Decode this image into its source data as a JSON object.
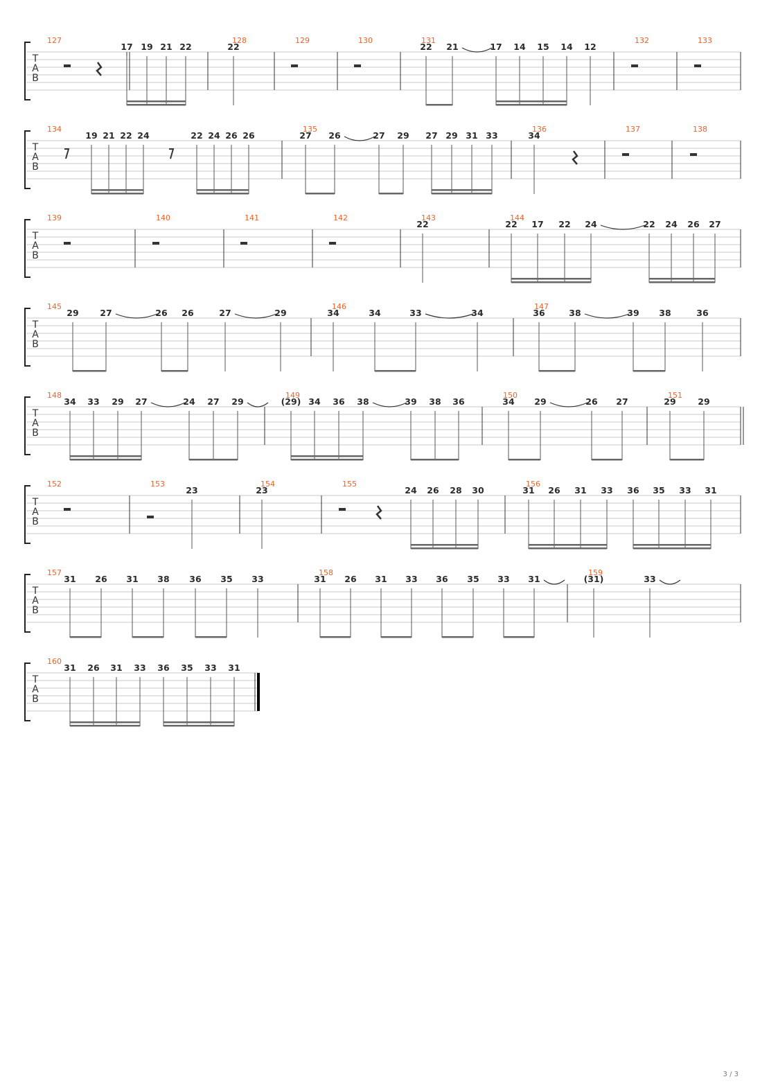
{
  "page_number": "3 / 3",
  "tab_clef": [
    "T",
    "A",
    "B"
  ],
  "colors": {
    "measure_number": "#e8622a",
    "fret": "#2b2b2b",
    "staff_line": "#c8c8c8",
    "stem": "#555555"
  },
  "systems": [
    {
      "measures": [
        {
          "n": "127",
          "rest": "half-quarter",
          "notes": [
            [
              "17",
              ""
            ],
            [
              "19",
              ""
            ],
            [
              "21",
              ""
            ],
            [
              "22",
              ""
            ]
          ]
        },
        {
          "n": "128",
          "notes": [
            [
              "22",
              ""
            ]
          ]
        },
        {
          "n": "129",
          "rest": "whole",
          "notes": []
        },
        {
          "n": "130",
          "rest": "whole",
          "notes": []
        },
        {
          "n": "131",
          "notes": [
            [
              "22",
              ""
            ],
            [
              "21",
              "tie"
            ],
            [
              "17",
              ""
            ],
            [
              "14",
              ""
            ],
            [
              "15",
              ""
            ],
            [
              "14",
              ""
            ],
            [
              "12",
              ""
            ]
          ]
        },
        {
          "n": "132",
          "rest": "whole",
          "notes": []
        },
        {
          "n": "133",
          "rest": "whole",
          "notes": []
        }
      ]
    },
    {
      "measures": [
        {
          "n": "134",
          "notes": [
            [
              "19",
              ""
            ],
            [
              "21",
              ""
            ],
            [
              "22",
              ""
            ],
            [
              "24",
              ""
            ],
            [
              "22",
              ""
            ],
            [
              "24",
              ""
            ],
            [
              "26",
              ""
            ],
            [
              "26",
              ""
            ]
          ]
        },
        {
          "n": "135",
          "notes": [
            [
              "27",
              ""
            ],
            [
              "26",
              "tie"
            ],
            [
              "27",
              ""
            ],
            [
              "29",
              ""
            ],
            [
              "27",
              ""
            ],
            [
              "29",
              ""
            ],
            [
              "31",
              ""
            ],
            [
              "33",
              ""
            ]
          ]
        },
        {
          "n": "136",
          "notes": [
            [
              "34",
              ""
            ]
          ]
        },
        {
          "n": "137",
          "rest": "whole",
          "notes": []
        },
        {
          "n": "138",
          "rest": "whole",
          "notes": []
        }
      ]
    },
    {
      "measures": [
        {
          "n": "139",
          "rest": "whole",
          "notes": []
        },
        {
          "n": "140",
          "rest": "whole",
          "notes": []
        },
        {
          "n": "141",
          "rest": "whole",
          "notes": []
        },
        {
          "n": "142",
          "rest": "whole",
          "notes": []
        },
        {
          "n": "143",
          "notes": [
            [
              "22",
              ""
            ]
          ]
        },
        {
          "n": "144",
          "notes": [
            [
              "22",
              ""
            ],
            [
              "17",
              ""
            ],
            [
              "22",
              ""
            ],
            [
              "24",
              "tie"
            ],
            [
              "22",
              ""
            ],
            [
              "24",
              ""
            ],
            [
              "26",
              ""
            ],
            [
              "27",
              ""
            ]
          ]
        }
      ]
    },
    {
      "measures": [
        {
          "n": "145",
          "notes": [
            [
              "29",
              ""
            ],
            [
              "27",
              "tie"
            ],
            [
              "26",
              ""
            ],
            [
              "26",
              ""
            ],
            [
              "27",
              "tie"
            ],
            [
              "29",
              ""
            ]
          ]
        },
        {
          "n": "146",
          "notes": [
            [
              "34",
              ""
            ],
            [
              "34",
              ""
            ],
            [
              "33",
              "tie"
            ],
            [
              "34",
              ""
            ]
          ]
        },
        {
          "n": "147",
          "notes": [
            [
              "36",
              ""
            ],
            [
              "38",
              "tie"
            ],
            [
              "39",
              ""
            ],
            [
              "38",
              ""
            ],
            [
              "36",
              ""
            ]
          ]
        }
      ]
    },
    {
      "measures": [
        {
          "n": "148",
          "notes": [
            [
              "34",
              ""
            ],
            [
              "33",
              ""
            ],
            [
              "29",
              ""
            ],
            [
              "27",
              "tie"
            ],
            [
              "24",
              ""
            ],
            [
              "27",
              ""
            ],
            [
              "29",
              "tie"
            ]
          ]
        },
        {
          "n": "149",
          "notes": [
            [
              "(29)",
              ""
            ],
            [
              "34",
              ""
            ],
            [
              "36",
              ""
            ],
            [
              "38",
              "tie"
            ],
            [
              "39",
              ""
            ],
            [
              "38",
              ""
            ],
            [
              "36",
              ""
            ]
          ]
        },
        {
          "n": "150",
          "notes": [
            [
              "34",
              ""
            ],
            [
              "29",
              "tie"
            ],
            [
              "26",
              ""
            ],
            [
              "27",
              ""
            ]
          ]
        },
        {
          "n": "151",
          "notes": [
            [
              "29",
              ""
            ],
            [
              "29",
              ""
            ]
          ]
        }
      ]
    },
    {
      "measures": [
        {
          "n": "152",
          "rest": "whole",
          "notes": []
        },
        {
          "n": "153",
          "rest": "half",
          "notes": [
            [
              "23",
              ""
            ]
          ]
        },
        {
          "n": "154",
          "notes": [
            [
              "23",
              ""
            ]
          ]
        },
        {
          "n": "155",
          "rest": "half-quarter",
          "notes": [
            [
              "24",
              ""
            ],
            [
              "26",
              ""
            ],
            [
              "28",
              ""
            ],
            [
              "30",
              ""
            ]
          ]
        },
        {
          "n": "156",
          "notes": [
            [
              "31",
              ""
            ],
            [
              "26",
              ""
            ],
            [
              "31",
              ""
            ],
            [
              "33",
              ""
            ],
            [
              "36",
              ""
            ],
            [
              "35",
              ""
            ],
            [
              "33",
              ""
            ],
            [
              "31",
              ""
            ]
          ]
        }
      ]
    },
    {
      "measures": [
        {
          "n": "157",
          "notes": [
            [
              "31",
              ""
            ],
            [
              "26",
              ""
            ],
            [
              "31",
              ""
            ],
            [
              "38",
              ""
            ],
            [
              "36",
              ""
            ],
            [
              "35",
              ""
            ],
            [
              "33",
              ""
            ]
          ]
        },
        {
          "n": "158",
          "notes": [
            [
              "31",
              ""
            ],
            [
              "26",
              ""
            ],
            [
              "31",
              ""
            ],
            [
              "33",
              ""
            ],
            [
              "36",
              ""
            ],
            [
              "35",
              ""
            ],
            [
              "33",
              ""
            ],
            [
              "31",
              "tie"
            ]
          ]
        },
        {
          "n": "159",
          "notes": [
            [
              "(31)",
              ""
            ],
            [
              "33",
              "tie"
            ]
          ]
        }
      ]
    },
    {
      "measures": [
        {
          "n": "160",
          "notes": [
            [
              "31",
              ""
            ],
            [
              "26",
              ""
            ],
            [
              "31",
              ""
            ],
            [
              "33",
              ""
            ],
            [
              "36",
              ""
            ],
            [
              "35",
              ""
            ],
            [
              "33",
              ""
            ],
            [
              "31",
              ""
            ]
          ]
        }
      ]
    }
  ]
}
